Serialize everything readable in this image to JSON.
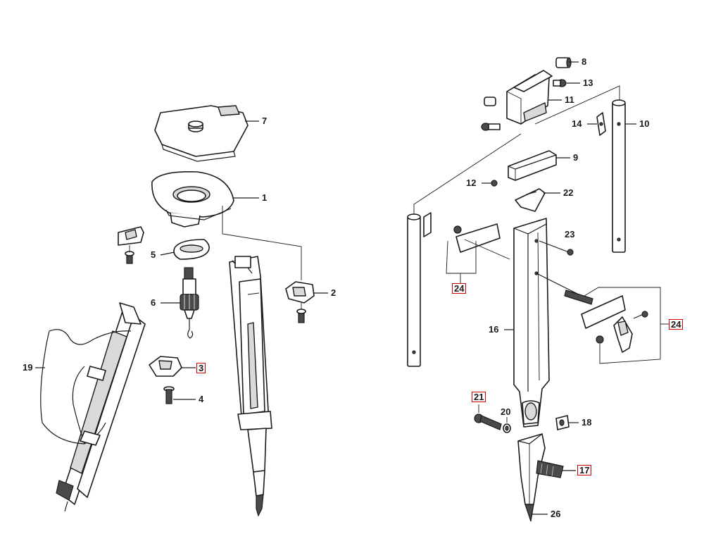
{
  "diagram": {
    "accent_color": "#cc0000",
    "callouts": {
      "c1": "1",
      "c2": "2",
      "c3": "3",
      "c4": "4",
      "c5": "5",
      "c6": "6",
      "c7": "7",
      "c8": "8",
      "c9": "9",
      "c10": "10",
      "c11": "11",
      "c12": "12",
      "c13": "13",
      "c14": "14",
      "c16": "16",
      "c17": "17",
      "c18": "18",
      "c19": "19",
      "c20": "20",
      "c21": "21",
      "c22": "22",
      "c23": "23",
      "c24a": "24",
      "c24b": "24",
      "c26": "26"
    }
  }
}
